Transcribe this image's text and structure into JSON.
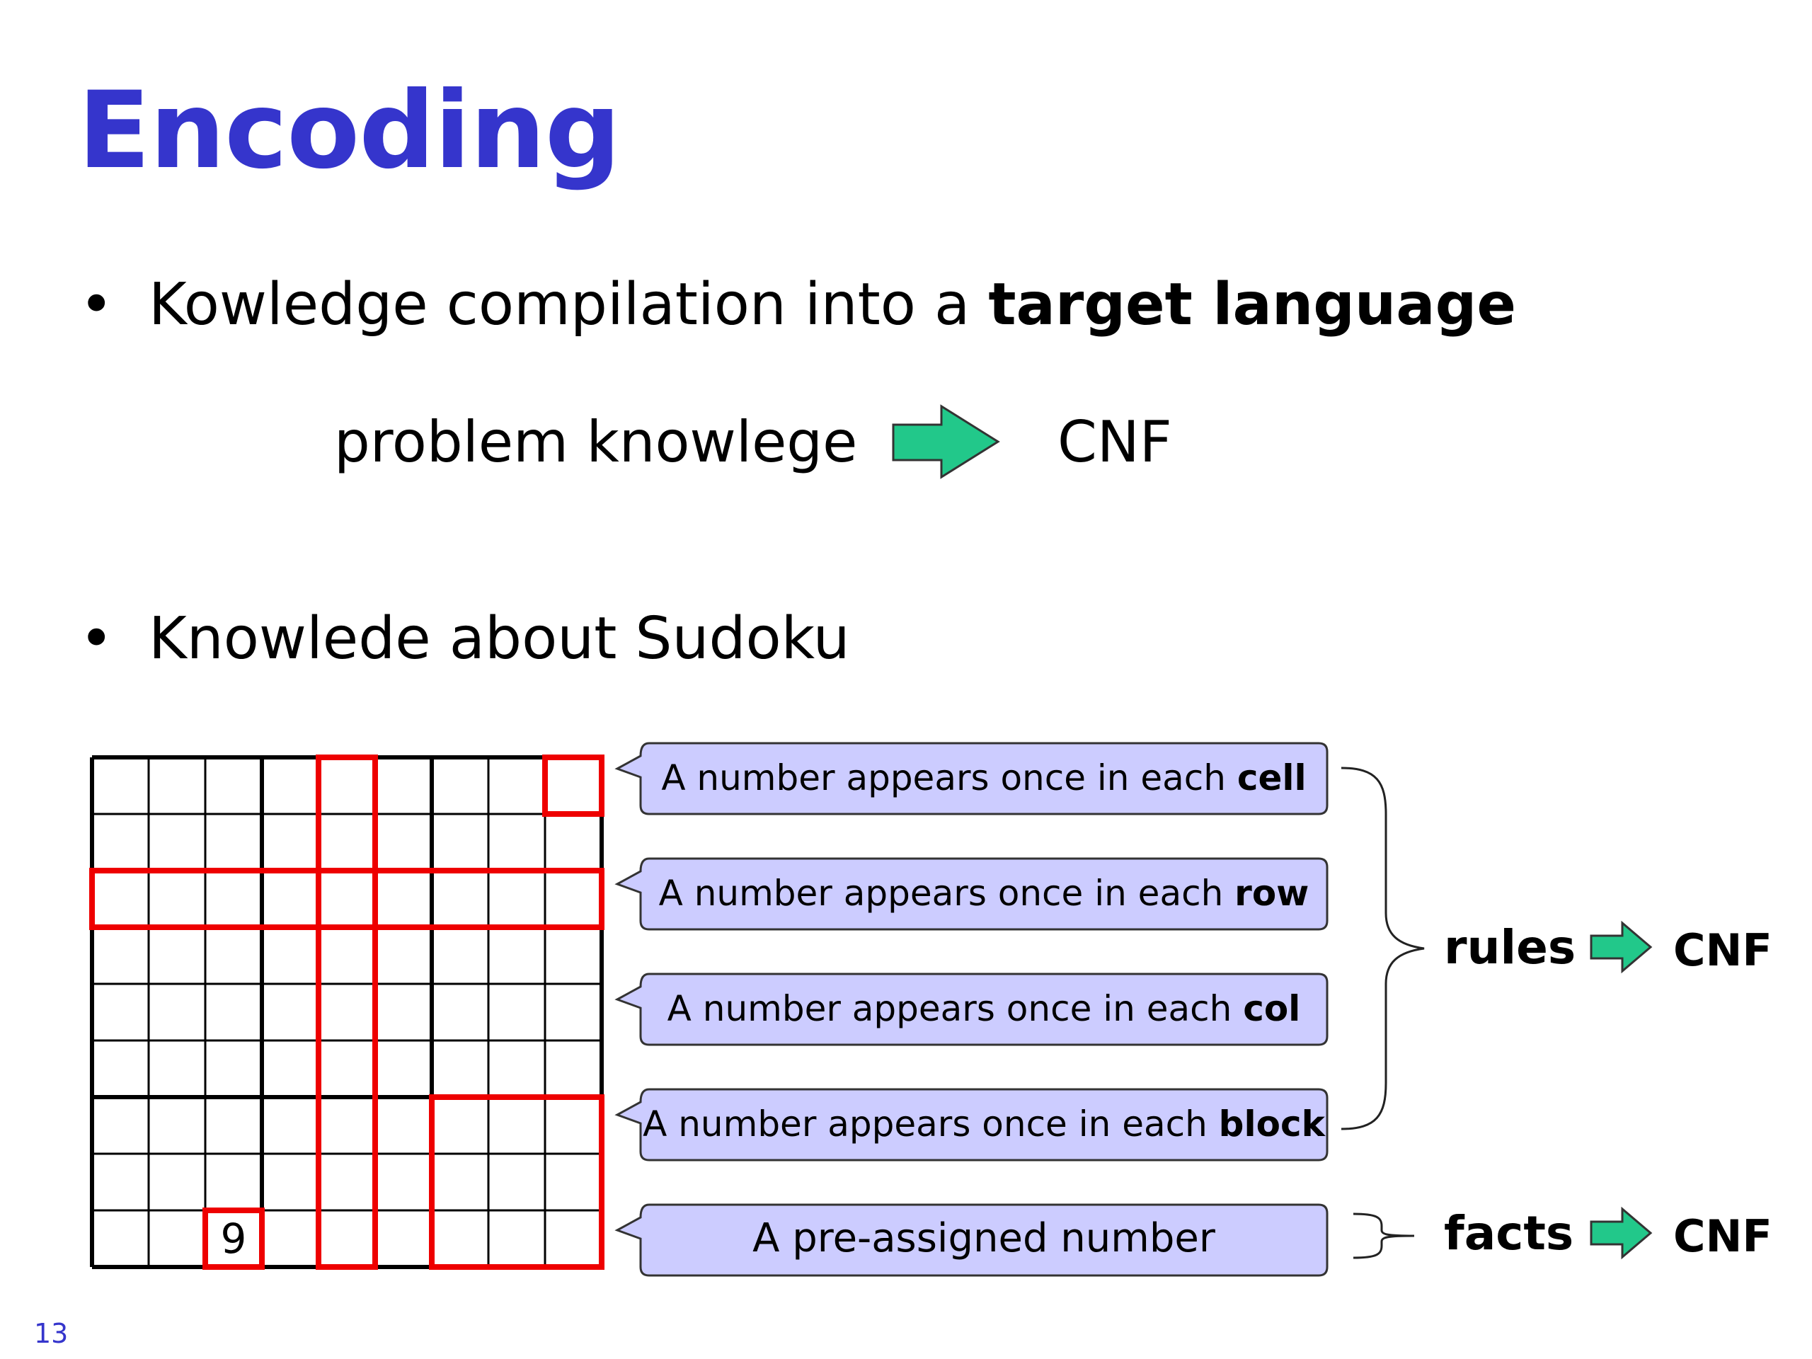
{
  "title": "Encoding",
  "bullets": [
    {
      "normal": "Kowledge compilation into a ",
      "bold": "target language"
    },
    {
      "normal": "Knowlede about Sudoku",
      "bold": ""
    }
  ],
  "bullet_char": "•",
  "flow": {
    "left": "problem knowlege",
    "right": "CNF"
  },
  "grid": {
    "size": 9,
    "preassigned": {
      "row": 9,
      "col": 3,
      "value": "9"
    }
  },
  "callouts": [
    {
      "normal": "A number appears once in each ",
      "bold": "cell"
    },
    {
      "normal": "A number appears once in each ",
      "bold": "row"
    },
    {
      "normal": "A number appears once in each ",
      "bold": "col"
    },
    {
      "normal": "A number appears once in each ",
      "bold": "block"
    },
    {
      "normal": "A pre-assigned number",
      "bold": ""
    }
  ],
  "groups": {
    "rules": "rules",
    "facts": "facts",
    "cnf": "CNF"
  },
  "colors": {
    "title": "#3535cc",
    "callout_fill": "#ccccff",
    "arrow_fill": "#22c88a",
    "highlight": "#ee0000"
  },
  "page_number": "13"
}
